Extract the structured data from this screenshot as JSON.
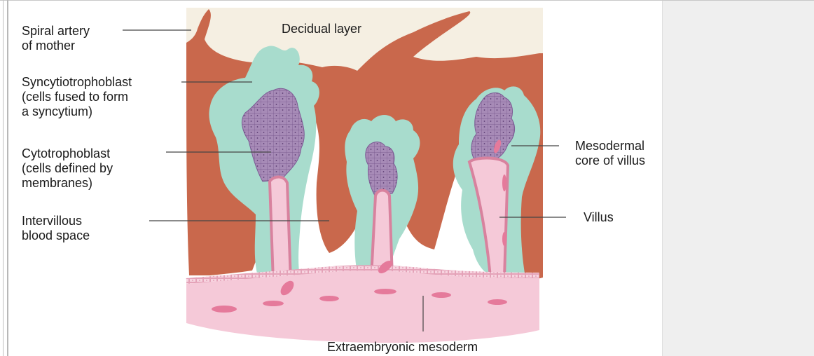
{
  "diagram": {
    "labels": {
      "spiral_artery": "Spiral artery\nof mother",
      "syncytiotrophoblast": "Syncytiotrophoblast\n(cells fused to form\na syncytium)",
      "cytotrophoblast": "Cytotrophoblast\n(cells defined by\nmembranes)",
      "intervillous": "Intervillous\nblood space",
      "decidual": "Decidual layer",
      "mesodermal_core": "Mesodermal\ncore of villus",
      "villus": "Villus",
      "extraembryonic": "Extraembryonic mesoderm"
    },
    "colors": {
      "decidua": "#f5efe2",
      "maternal_tissue": "#c9684c",
      "syncytiotrophoblast": "#a8dccd",
      "cytotrophoblast": "#a78bb7",
      "mesoderm": "#f5c9d8",
      "cell_nuclei": "#e57a9b",
      "leader_line": "#444444"
    }
  }
}
